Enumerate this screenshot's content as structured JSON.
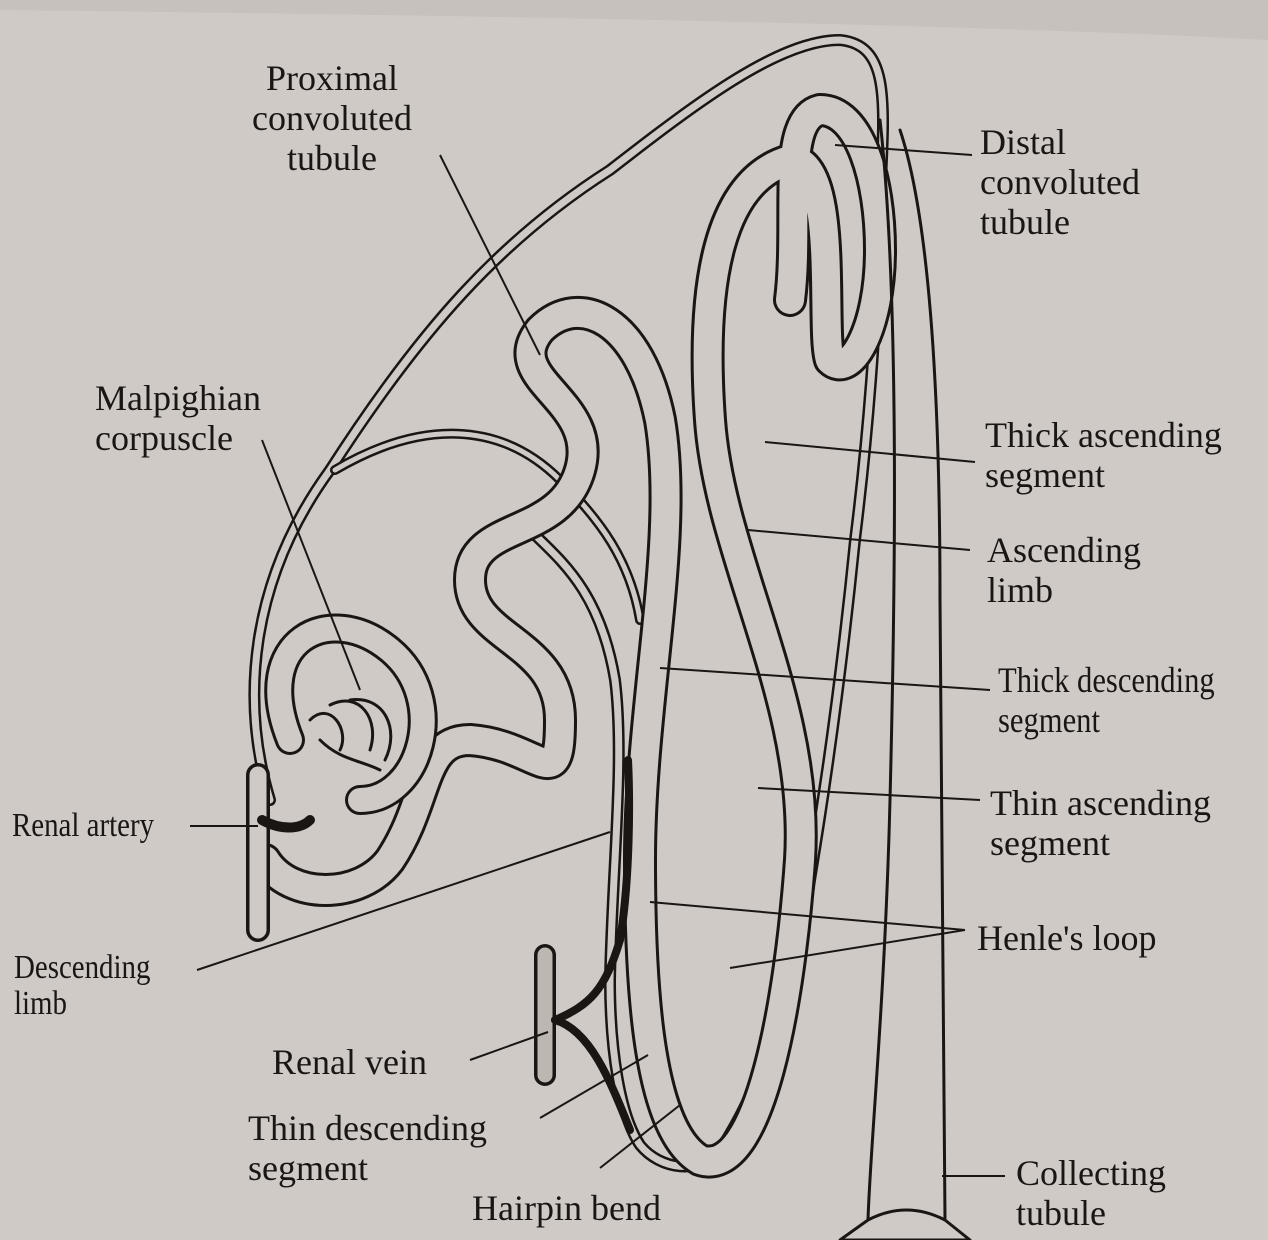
{
  "diagram": {
    "labels": {
      "proximal_convoluted_tubule": "Proximal\nconvoluted\ntubule",
      "distal_convoluted_tubule": "Distal\nconvoluted\ntubule",
      "malpighian_corpuscle": "Malpighian\ncorpuscle",
      "thick_ascending_segment": "Thick ascending\nsegment",
      "ascending_limb": "Ascending\nlimb",
      "thick_descending_segment": "Thick descending\nsegment",
      "thin_ascending_segment": "Thin ascending\nsegment",
      "renal_artery": "Renal artery",
      "henles_loop": "Henle's loop",
      "descending_limb": "Descending\nlimb",
      "renal_vein": "Renal vein",
      "thin_descending_segment": "Thin descending\nsegment",
      "hairpin_bend": "Hairpin bend",
      "collecting_tubule": "Collecting\ntubule"
    },
    "colors": {
      "paper": "#cfcac6",
      "ink": "#1a1614",
      "tubule_fill": "#cfcac6"
    }
  }
}
